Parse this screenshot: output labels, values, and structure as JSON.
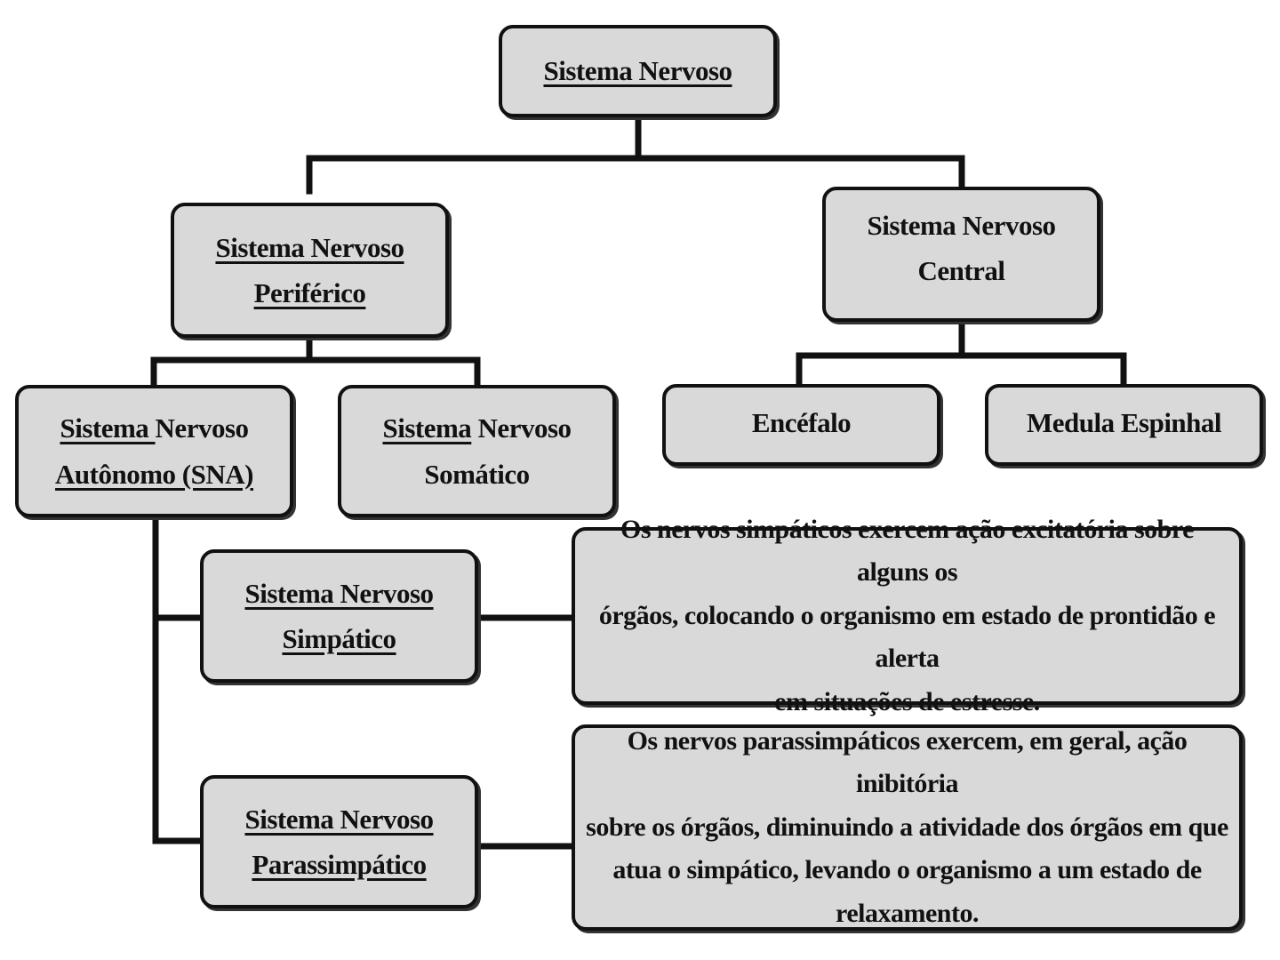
{
  "nodes": {
    "root": {
      "line1": "Sistema Nervoso"
    },
    "peripheral": {
      "line1": "Sistema Nervoso",
      "line2": "Periférico"
    },
    "central": {
      "line1": "Sistema Nervoso Central"
    },
    "autonomic": {
      "line1_underlined": "Sistema ",
      "line1_rest": "Nervoso",
      "line2": "Autônomo  (SNA)"
    },
    "somatic": {
      "line1_underlined": "Sistema",
      "line1_rest": " Nervoso",
      "line2": "Somático"
    },
    "encephalon": {
      "label": "Encéfalo"
    },
    "spinal_cord": {
      "label": "Medula Espinhal"
    },
    "sympathetic": {
      "line1": "Sistema Nervoso",
      "line2": "Simpático"
    },
    "parasympathetic": {
      "line1": "Sistema Nervoso",
      "line2": "Parassimpático"
    }
  },
  "descriptions": {
    "sympathetic": {
      "line1": "Os nervos simpáticos exercem ação excitatória sobre alguns os",
      "line2": "órgãos, colocando o organismo em estado de prontidão e alerta",
      "line3": "em situações de estresse."
    },
    "parasympathetic": {
      "line1": "Os nervos parassimpáticos exercem, em geral, ação inibitória",
      "line2": "sobre os órgãos, diminuindo a atividade dos órgãos em que",
      "line3": "atua o simpático, levando o organismo a um estado de",
      "line4": "relaxamento."
    }
  },
  "colors": {
    "box_fill": "#d9d9d9",
    "border": "#111111",
    "text": "#111111"
  }
}
